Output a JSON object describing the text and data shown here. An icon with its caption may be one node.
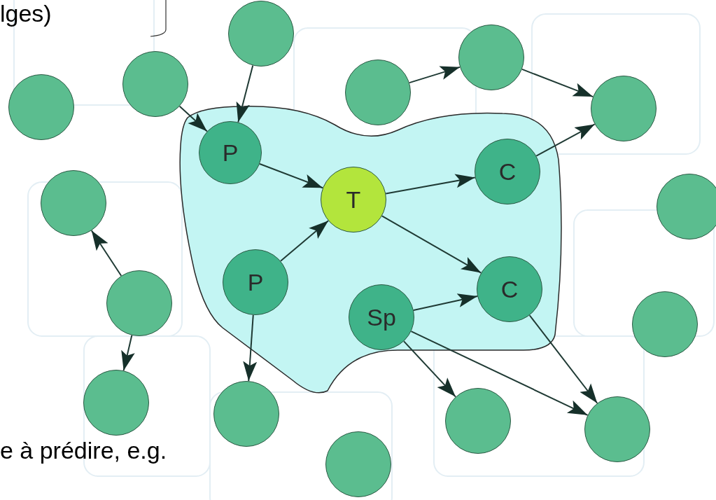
{
  "diagram": {
    "nodes": [
      {
        "text": [],
        "shape": "blob"
      },
      {
        "text": [],
        "shape": "circle"
      },
      {
        "text": [],
        "shape": "circle"
      },
      {
        "text": [],
        "shape": "circle"
      },
      {
        "text": [],
        "shape": "circle"
      },
      {
        "text": [],
        "shape": "circle"
      },
      {
        "text": [],
        "shape": "circle"
      },
      {
        "text": [
          "P"
        ],
        "in": 0
      },
      {
        "text": [
          "C"
        ],
        "in": 0
      },
      {
        "text": [
          "T"
        ],
        "in": 0
      },
      {
        "text": [],
        "shape": "circle"
      },
      {
        "text": [],
        "shape": "circle"
      },
      {
        "text": [
          "P"
        ],
        "in": 0
      },
      {
        "text": [
          "C"
        ],
        "in": 0
      },
      {
        "text": [],
        "shape": "circle"
      },
      {
        "text": [
          "Sp"
        ],
        "in": 0
      },
      {
        "text": [],
        "shape": "circle"
      },
      {
        "text": [],
        "shape": "circle"
      },
      {
        "text": [],
        "shape": "circle"
      },
      {
        "text": [],
        "shape": "circle"
      },
      {
        "text": [],
        "shape": "circle"
      },
      {
        "text": [],
        "shape": "circle"
      }
    ],
    "edges": [
      {
        "from": 3,
        "to": 7,
        "arrow": "to"
      },
      {
        "from": 1,
        "to": 7,
        "arrow": "to"
      },
      {
        "from": 7,
        "to": 9,
        "arrow": "to"
      },
      {
        "from": 12,
        "to": 9,
        "arrow": "to"
      },
      {
        "from": 9,
        "to": 8,
        "arrow": "to"
      },
      {
        "from": 9,
        "to": 13,
        "arrow": "to"
      },
      {
        "from": 15,
        "to": 13,
        "arrow": "to"
      },
      {
        "from": 8,
        "to": 6,
        "arrow": "to"
      },
      {
        "from": 4,
        "to": 2,
        "arrow": "to"
      },
      {
        "from": 2,
        "to": 6,
        "arrow": "to"
      },
      {
        "from": 14,
        "to": 10,
        "arrow": "to"
      },
      {
        "from": 14,
        "to": 17,
        "arrow": "to"
      },
      {
        "from": 12,
        "to": 18,
        "arrow": "to"
      },
      {
        "from": 15,
        "to": 19,
        "arrow": "to"
      },
      {
        "from": 15,
        "to": 20,
        "arrow": "to"
      },
      {
        "from": 13,
        "to": 20,
        "arrow": "to"
      }
    ],
    "labels": [
      "lges)",
      "e à prédire, e.g."
    ]
  }
}
